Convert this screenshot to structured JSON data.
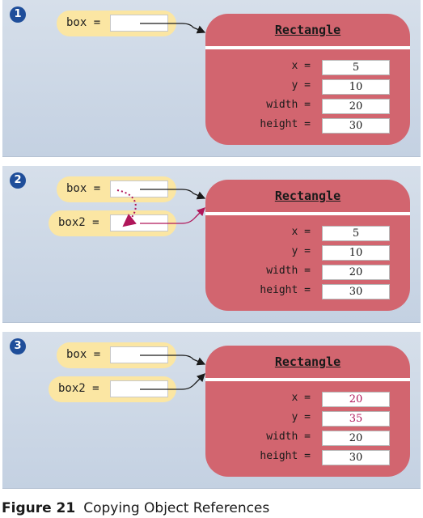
{
  "panels": [
    {
      "step": "1",
      "variables": [
        {
          "label": "box ="
        }
      ],
      "object": {
        "title": "Rectangle",
        "fields": [
          {
            "name": "x =",
            "value": "5"
          },
          {
            "name": "y =",
            "value": "10"
          },
          {
            "name": "width =",
            "value": "20"
          },
          {
            "name": "height =",
            "value": "30"
          }
        ]
      }
    },
    {
      "step": "2",
      "variables": [
        {
          "label": "box ="
        },
        {
          "label": "box2 ="
        }
      ],
      "object": {
        "title": "Rectangle",
        "fields": [
          {
            "name": "x =",
            "value": "5"
          },
          {
            "name": "y =",
            "value": "10"
          },
          {
            "name": "width =",
            "value": "20"
          },
          {
            "name": "height =",
            "value": "30"
          }
        ]
      }
    },
    {
      "step": "3",
      "variables": [
        {
          "label": "box ="
        },
        {
          "label": "box2 ="
        }
      ],
      "object": {
        "title": "Rectangle",
        "fields": [
          {
            "name": "x =",
            "value": "20"
          },
          {
            "name": "y =",
            "value": "35"
          },
          {
            "name": "width =",
            "value": "20"
          },
          {
            "name": "height =",
            "value": "30"
          }
        ]
      }
    }
  ],
  "caption": {
    "figure_number": "Figure 21",
    "title": "Copying Object References"
  },
  "colors": {
    "panel_background": "#ccd7e6",
    "variable_fill": "#fbe6a3",
    "object_fill": "#d2656f",
    "badge_fill": "#1f4e9a",
    "highlight": "#b0175a"
  }
}
